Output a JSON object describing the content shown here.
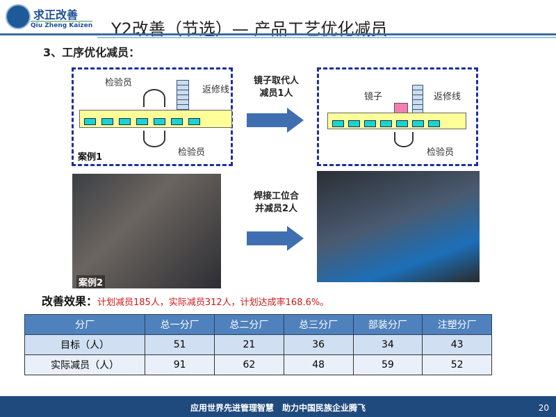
{
  "logo": {
    "cn": "求正改善",
    "en": "Qiu Zheng Kaizen"
  },
  "title": "Y2改善（节选）— 产品工艺优化减员",
  "subtitle": "3、工序优化减员：",
  "case1": {
    "label": "案例1",
    "before": {
      "inspector_top": "检验员",
      "rework_line": "返修线",
      "inspector_bottom": "检验员"
    },
    "after": {
      "mirror": "镜子",
      "rework_line": "返修线",
      "inspector_bottom": "检验员"
    },
    "arrow_text": [
      "镜子取代人",
      "减员1人"
    ]
  },
  "case2": {
    "label": "案例2",
    "arrow_text": [
      "焊接工位合",
      "并减员2人"
    ]
  },
  "result": {
    "label": "改善效果：",
    "text": "计划减员185人，实际减员312人，计划达成率168.6%。"
  },
  "table": {
    "headers": [
      "分厂",
      "总一分厂",
      "总二分厂",
      "总三分厂",
      "部装分厂",
      "注塑分厂"
    ],
    "rows": [
      [
        "目标（人）",
        "51",
        "21",
        "36",
        "34",
        "43"
      ],
      [
        "实际减员（人）",
        "91",
        "62",
        "48",
        "59",
        "52"
      ]
    ]
  },
  "footer": {
    "slogan": "应用世界先进管理智慧　助力中国民族企业腾飞",
    "page": "20"
  }
}
